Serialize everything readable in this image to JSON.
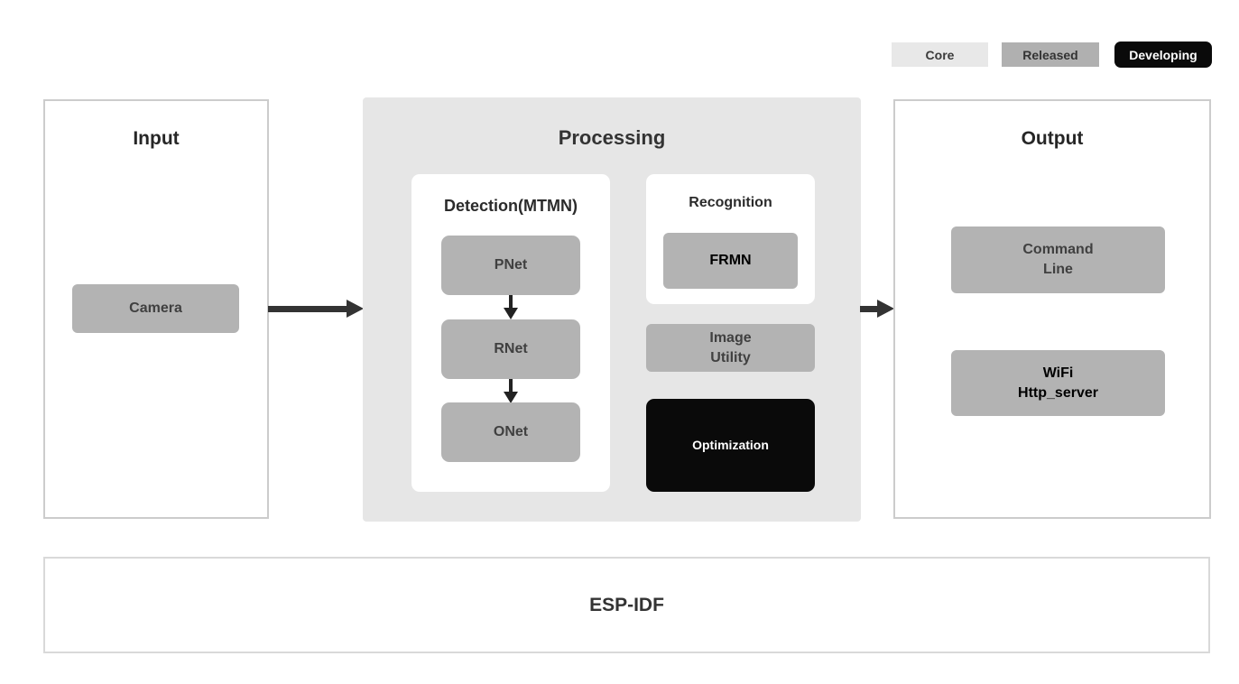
{
  "legend": {
    "core": "Core",
    "released": "Released",
    "developing": "Developing"
  },
  "input": {
    "title": "Input",
    "camera": "Camera"
  },
  "processing": {
    "title": "Processing",
    "detection": {
      "title": "Detection(MTMN)",
      "pnet": "PNet",
      "rnet": "RNet",
      "onet": "ONet"
    },
    "recognition": {
      "title": "Recognition",
      "frmn": "FRMN"
    },
    "image_utility": "Image\nUtility",
    "optimization": "Optimization"
  },
  "output": {
    "title": "Output",
    "command_line": "Command\nLine",
    "wifi": "WiFi\nHttp_server"
  },
  "foundation": {
    "title": "ESP-IDF"
  },
  "colors": {
    "core_bg": "#e8e8e8",
    "released_bg": "#b0b0b0",
    "developing_bg": "#0a0a0a",
    "processing_panel_bg": "#e6e6e6",
    "node_bg": "#b3b3b3",
    "panel_border": "#cccccc",
    "arrow": "#333333"
  }
}
